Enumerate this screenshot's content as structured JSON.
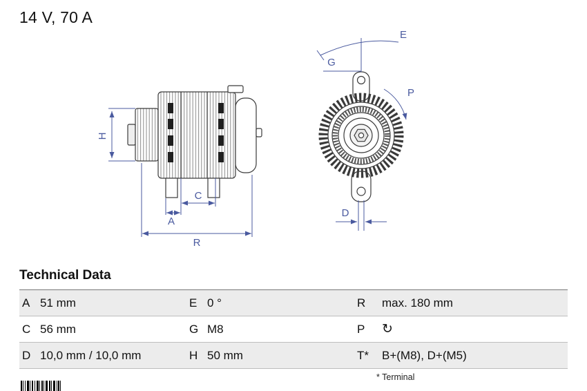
{
  "title": "14 V, 70 A",
  "diagram": {
    "labels": {
      "H": "H",
      "A": "A",
      "C": "C",
      "R": "R",
      "E": "E",
      "G": "G",
      "P": "P",
      "D": "D"
    }
  },
  "table": {
    "heading": "Technical Data",
    "rows": [
      {
        "cells": [
          {
            "key": "A",
            "value": "51 mm"
          },
          {
            "key": "E",
            "value": "0 °"
          },
          {
            "key": "R",
            "value": "max. 180 mm"
          }
        ]
      },
      {
        "cells": [
          {
            "key": "C",
            "value": "56 mm"
          },
          {
            "key": "G",
            "value": "M8"
          },
          {
            "key": "P",
            "value": "↻"
          }
        ]
      },
      {
        "cells": [
          {
            "key": "D",
            "value": "10,0 mm / 10,0 mm"
          },
          {
            "key": "H",
            "value": "50 mm"
          },
          {
            "key": "T*",
            "value": "B+(M8), D+(M5)"
          }
        ]
      }
    ],
    "footnote": "* Terminal"
  },
  "colors": {
    "dimension_blue": "#4a5a9f",
    "drawing_gray": "#3a3a3a",
    "row_shade": "#ececec"
  }
}
